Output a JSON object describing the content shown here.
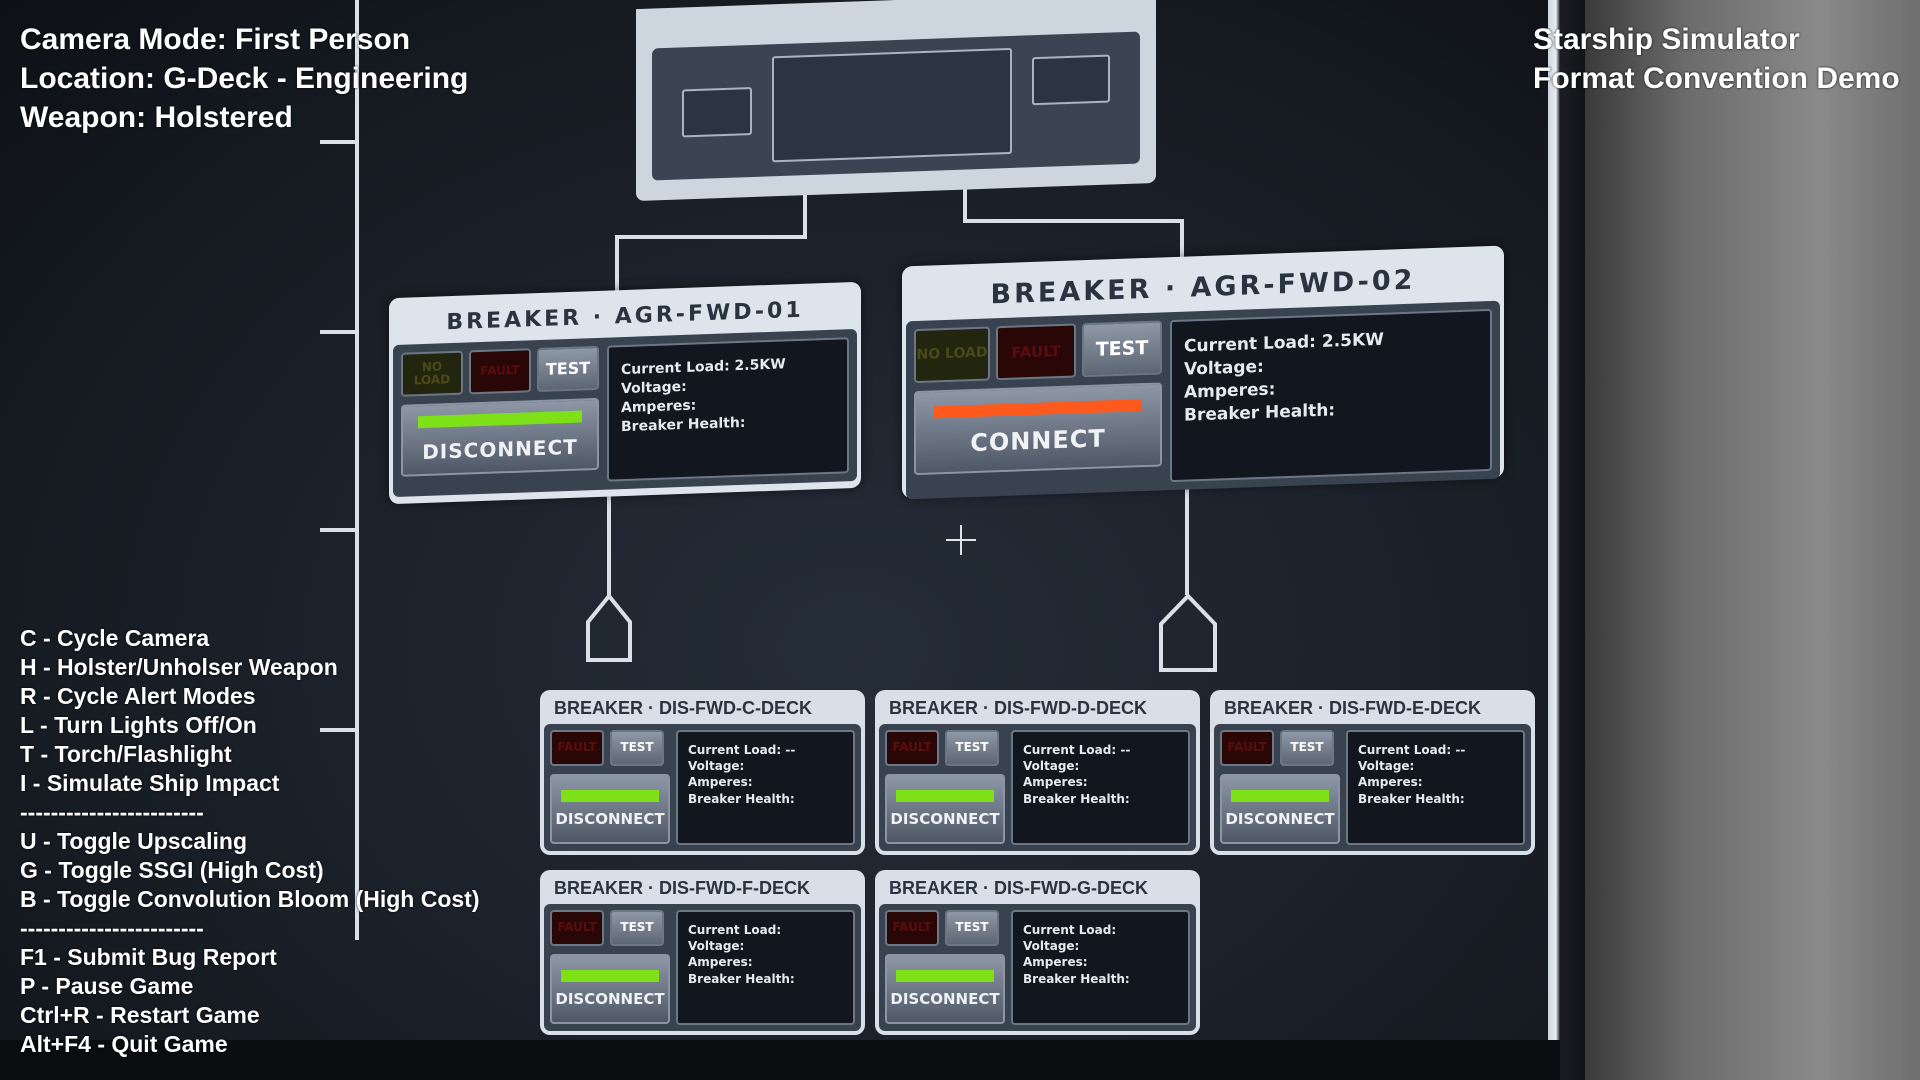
{
  "hud": {
    "camera_mode": "Camera Mode: First Person",
    "location": "Location: G-Deck - Engineering",
    "weapon": "Weapon: Holstered",
    "app_title": "Starship Simulator",
    "app_subtitle": "Format Convention Demo"
  },
  "controls": [
    "C - Cycle Camera",
    "H - Holster/Unholser Weapon",
    "R - Cycle Alert Modes",
    "L - Turn Lights Off/On",
    "T - Torch/Flashlight",
    "I - Simulate Ship Impact",
    "------------------------",
    "U - Toggle Upscaling",
    "G - Toggle SSGI (High Cost)",
    "B - Toggle Convolution Bloom (High Cost)",
    "------------------------",
    "F1 - Submit Bug Report",
    "P - Pause Game",
    "Ctrl+R - Restart Game",
    "Alt+F4 - Quit Game"
  ],
  "breakers": [
    {
      "title": "BREAKER · AGR-FWD-01",
      "no_load": "NO LOAD",
      "fault": "FAULT",
      "test": "TEST",
      "action": "DISCONNECT",
      "status_color": "#7ee017",
      "load": "Current Load:  2.5KW",
      "voltage": "Voltage:",
      "amperes": "Amperes:",
      "health": "Breaker Health:"
    },
    {
      "title": "BREAKER · AGR-FWD-02",
      "no_load": "NO LOAD",
      "fault": "FAULT",
      "test": "TEST",
      "action": "CONNECT",
      "status_color": "#ff5a1e",
      "load": "Current Load:  2.5KW",
      "voltage": "Voltage:",
      "amperes": "Amperes:",
      "health": "Breaker Health:"
    }
  ],
  "left_breakers": [
    {
      "title": "BREAKER · DIS-FWD-C-DECK",
      "fault": "FAULT",
      "test": "TEST",
      "action": "DISCONNECT",
      "load": "Current Load:  --",
      "voltage": "Voltage:",
      "amperes": "Amperes:",
      "health": "Breaker Health:"
    },
    {
      "title": "BREAKER · DIS-FWD-D-DECK",
      "fault": "FAULT",
      "test": "TEST",
      "action": "DISCONNECT",
      "load": "Current Load:  --",
      "voltage": "Voltage:",
      "amperes": "Amperes:",
      "health": "Breaker Health:"
    },
    {
      "title": "BREAKER · DIS-FWD-E-DECK",
      "fault": "FAULT",
      "test": "TEST",
      "action": "DISCONNECT",
      "load": "Current Load:  --",
      "voltage": "Voltage:",
      "amperes": "Amperes:",
      "health": "Breaker Health:"
    },
    {
      "title": "BREAKER · DIS-FWD-F-DECK",
      "fault": "FAULT",
      "test": "TEST",
      "action": "DISCONNECT",
      "load": "Current Load:",
      "voltage": "Voltage:",
      "amperes": "Amperes:",
      "health": "Breaker Health:"
    },
    {
      "title": "BREAKER · DIS-FWD-G-DECK",
      "fault": "FAULT",
      "test": "TEST",
      "action": "DISCONNECT",
      "load": "Current Load:",
      "voltage": "Voltage:",
      "amperes": "Amperes:",
      "health": "Breaker Health:"
    }
  ]
}
